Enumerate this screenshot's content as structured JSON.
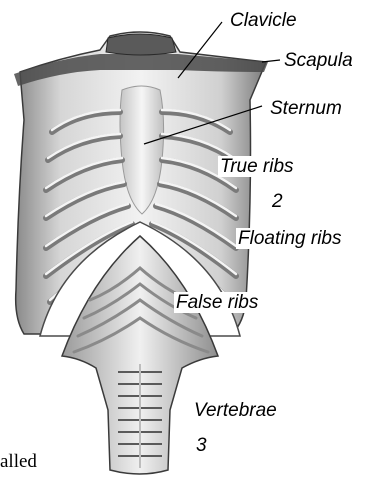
{
  "labels": {
    "clavicle": "Clavicle",
    "scapula": "Scapula",
    "sternum": "Sternum",
    "true_ribs": "True ribs",
    "floating_ribs": "Floating ribs",
    "false_ribs": "False ribs",
    "vertebrae": "Vertebrae"
  },
  "numbers": {
    "two": "2",
    "three": "3"
  },
  "stray_text": "alled",
  "colors": {
    "bone_light": "#ececec",
    "bone_mid": "#bdbdbd",
    "bone_dark": "#6e6e6e",
    "outline": "#3a3a3a",
    "leader_line": "#000000",
    "label_text": "#000000"
  }
}
